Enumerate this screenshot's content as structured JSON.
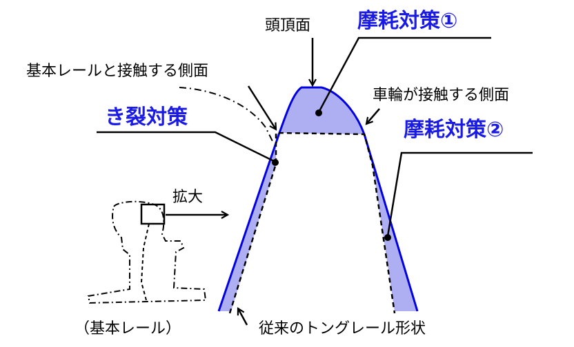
{
  "labels": {
    "crown_face": "頭頂面",
    "wear_measure_1": "摩耗対策①",
    "stock_rail_contact_side": "基本レールと接触する側面",
    "wheel_contact_side": "車輪が接触する側面",
    "crack_measure": "き裂対策",
    "wear_measure_2": "摩耗対策②",
    "enlarge": "拡大",
    "stock_rail": "（基本レール）",
    "conventional_shape": "従来のトングレール形状"
  },
  "colors": {
    "improved_fill": "#aeaef2",
    "improved_outline": "#0000e0",
    "highlight_text": "#1a1ae6"
  }
}
